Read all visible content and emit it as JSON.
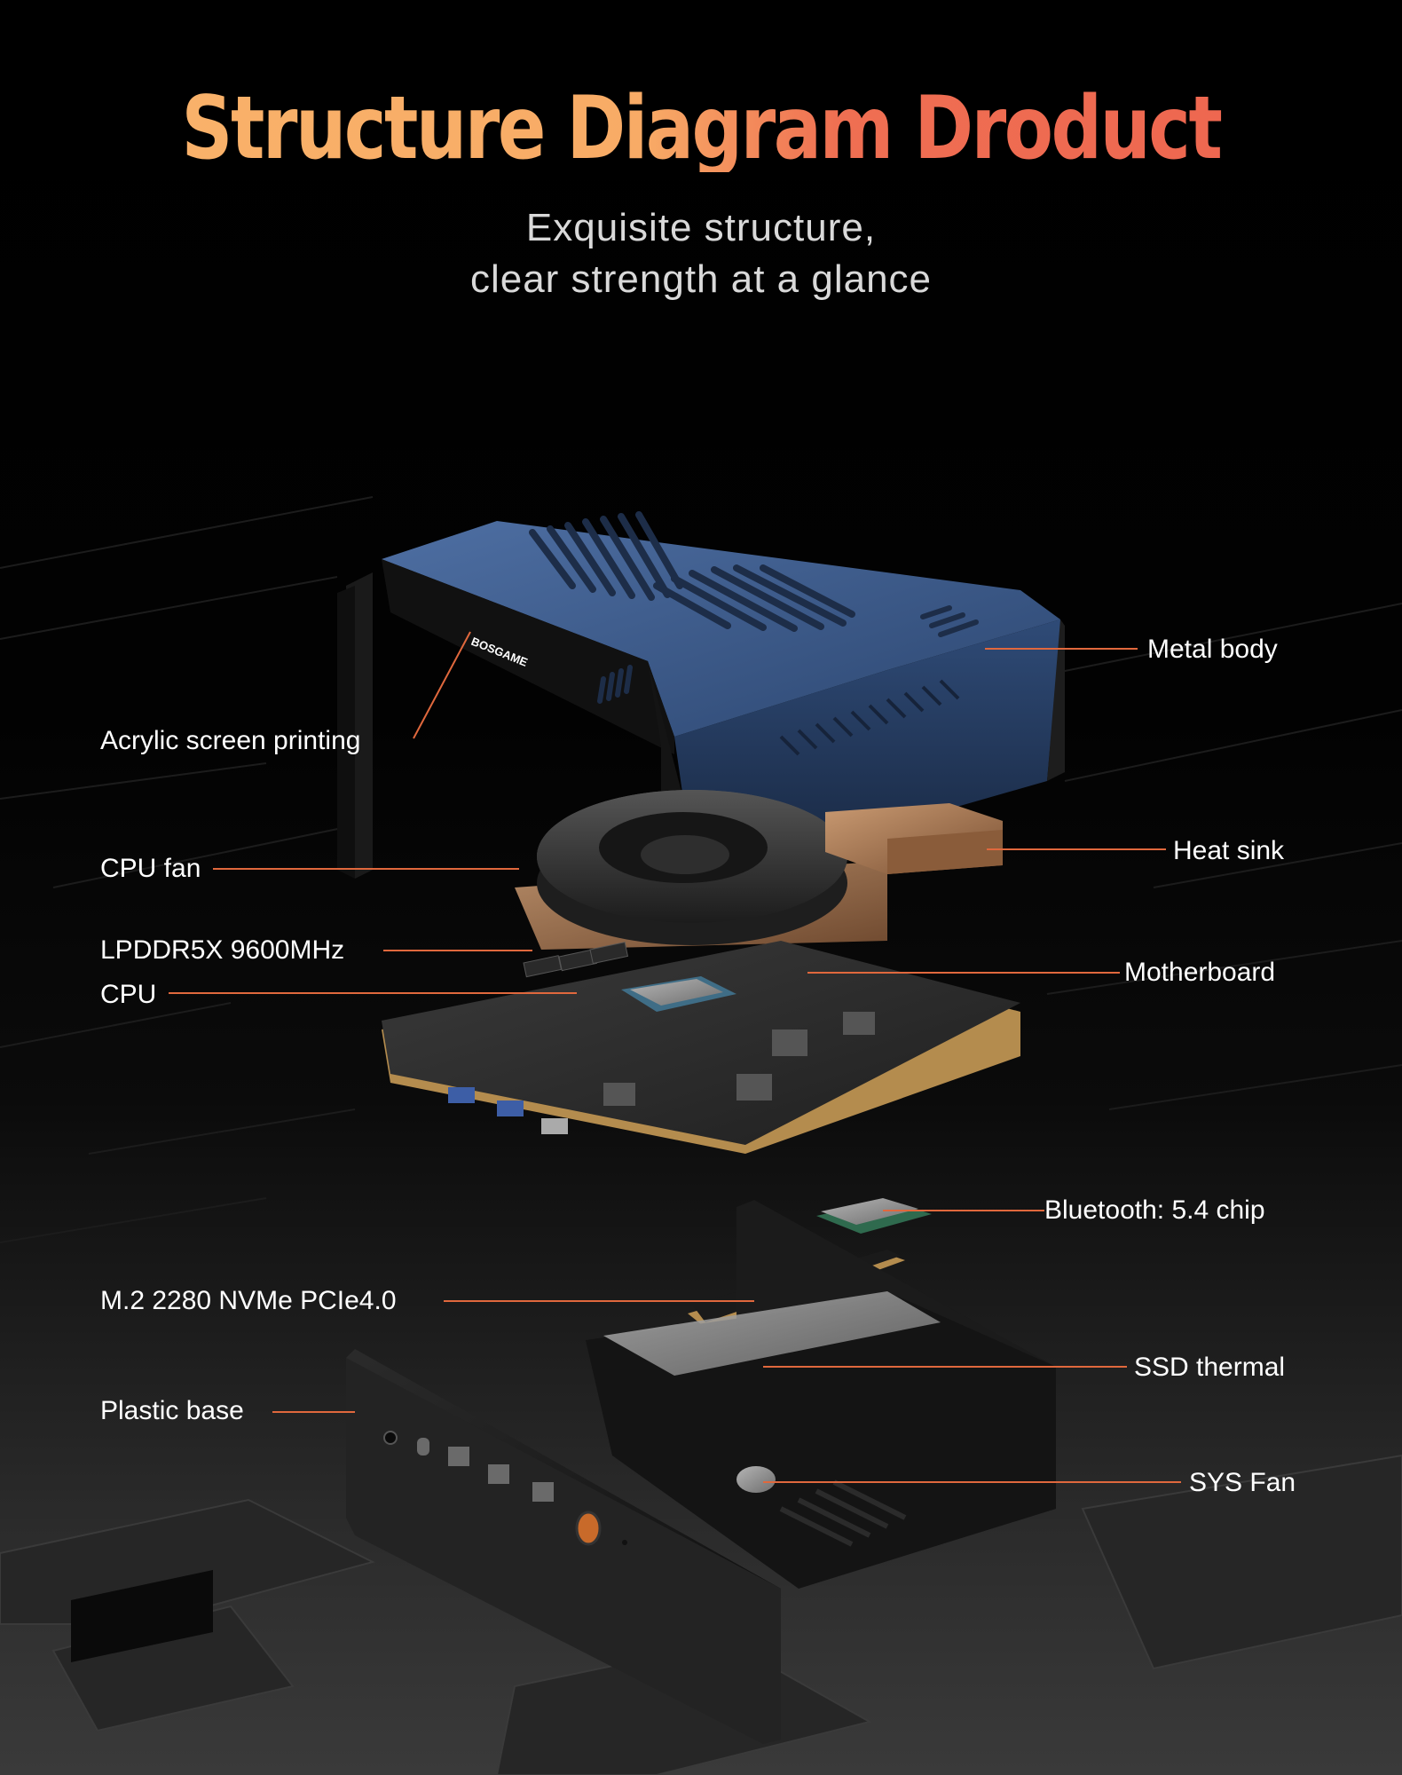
{
  "header": {
    "title": "Structure Diagram Droduct",
    "subtitle_line1": "Exquisite structure,",
    "subtitle_line2": "clear strength at a glance"
  },
  "product": {
    "brand_print": "BOSGAME",
    "accent_color": "#f06d4f",
    "body_color": "#3c5a8a",
    "power_button_color": "#c86a2a"
  },
  "callouts_left": [
    {
      "label": "Acrylic screen printing"
    },
    {
      "label": "CPU fan"
    },
    {
      "label": "LPDDR5X 9600MHz"
    },
    {
      "label": "CPU"
    },
    {
      "label": "M.2 2280 NVMe PCIe4.0"
    },
    {
      "label": "Plastic base"
    }
  ],
  "callouts_right": [
    {
      "label": "Metal body"
    },
    {
      "label": "Heat sink"
    },
    {
      "label": "Motherboard"
    },
    {
      "label": "Bluetooth: 5.4 chip"
    },
    {
      "label": "SSD thermal"
    },
    {
      "label": "SYS Fan"
    }
  ]
}
